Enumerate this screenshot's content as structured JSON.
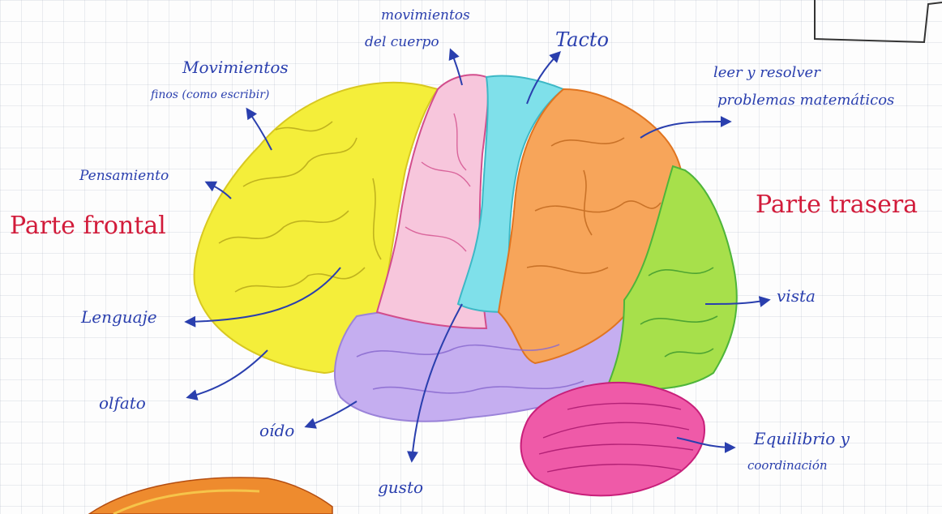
{
  "labels": {
    "movimientos_cuerpo_1": "movimientos",
    "movimientos_cuerpo_2": "del cuerpo",
    "tacto": "Tacto",
    "movimientos_finos_1": "Movimientos",
    "movimientos_finos_2": "finos (como escribir)",
    "leer_1": "leer y resolver",
    "leer_2": "problemas matemáticos",
    "pensamiento": "Pensamiento",
    "parte_frontal": "Parte frontal",
    "parte_trasera": "Parte trasera",
    "lenguaje": "Lenguaje",
    "vista": "vista",
    "olfato": "olfato",
    "oido": "oído",
    "gusto": "gusto",
    "equilibrio_1": "Equilibrio y",
    "equilibrio_2": "coordinación"
  },
  "colors": {
    "frontal": "#f4ee3a",
    "motor": "#f7c6dc",
    "sensorial": "#7fe0ea",
    "parietal": "#f7a55a",
    "occipital": "#a7e04b",
    "temporal": "#c5aef0",
    "cerebelo": "#ef5aa8",
    "ink": "#2a3fae",
    "title": "#d21b3a"
  }
}
